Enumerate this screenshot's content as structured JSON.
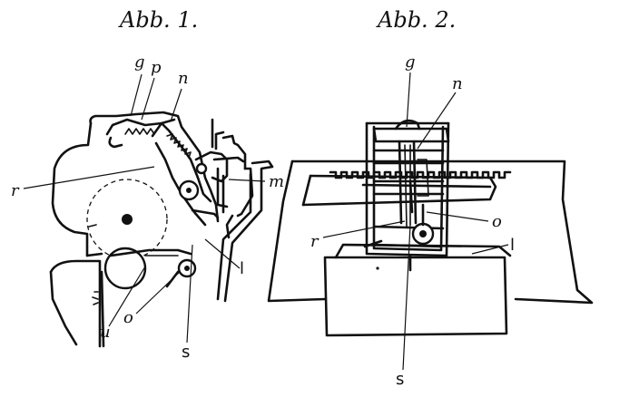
{
  "figures": [
    {
      "caption": "Abb. 1.",
      "labels": {
        "g": "g",
        "p": "p",
        "n": "n",
        "r": "r",
        "m": "m",
        "l": "l",
        "o": "o",
        "u": "u",
        "s": "s"
      }
    },
    {
      "caption": "Abb. 2.",
      "labels": {
        "g": "g",
        "n": "n",
        "o": "o",
        "r": "r",
        "l": "l",
        "s": "s"
      }
    }
  ]
}
